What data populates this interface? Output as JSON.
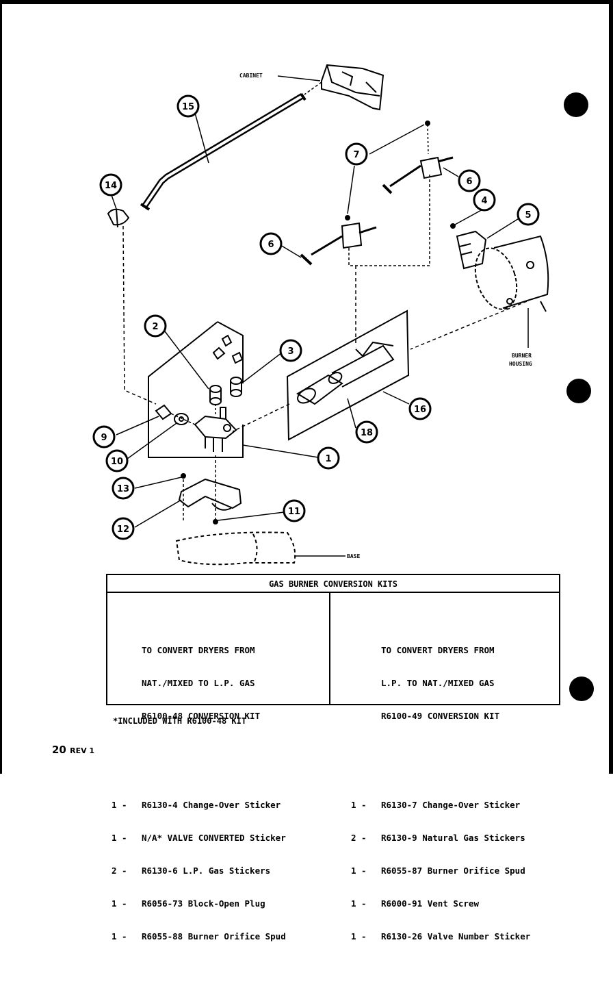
{
  "diagram": {
    "callouts": [
      "1",
      "2",
      "3",
      "4",
      "5",
      "6",
      "6",
      "7",
      "9",
      "10",
      "11",
      "12",
      "13",
      "14",
      "15",
      "16",
      "18"
    ],
    "labels": {
      "cabinet": "CABINET",
      "burner_housing_1": "BURNER",
      "burner_housing_2": "HOUSING",
      "base": "BASE"
    }
  },
  "kits": {
    "title": "GAS BURNER CONVERSION KITS",
    "left": {
      "heading": [
        "TO CONVERT DRYERS FROM",
        "NAT./MIXED TO L.P. GAS",
        "R6100-48 CONVERSION KIT"
      ],
      "items": [
        {
          "qty": "1 -",
          "desc": "R6130-4 Change-Over Sticker"
        },
        {
          "qty": "1 -",
          "desc": "N/A* VALVE CONVERTED Sticker"
        },
        {
          "qty": "2 -",
          "desc": "R6130-6 L.P. Gas Stickers"
        },
        {
          "qty": "1 -",
          "desc": "R6056-73 Block-Open Plug"
        },
        {
          "qty": "1 -",
          "desc": "R6055-88 Burner Orifice Spud"
        }
      ]
    },
    "right": {
      "heading": [
        "TO CONVERT DRYERS FROM",
        "L.P. TO NAT./MIXED GAS",
        "R6100-49 CONVERSION KIT"
      ],
      "items": [
        {
          "qty": "1 -",
          "desc": "R6130-7 Change-Over Sticker"
        },
        {
          "qty": "2 -",
          "desc": "R6130-9 Natural Gas Stickers"
        },
        {
          "qty": "1 -",
          "desc": "R6055-87 Burner Orifice Spud"
        },
        {
          "qty": "1 -",
          "desc": "R6000-91 Vent Screw"
        },
        {
          "qty": "1 -",
          "desc": "R6130-26 Valve Number Sticker"
        }
      ]
    }
  },
  "footnote": "*INCLUDED WITH R6100-48 KIT",
  "page": {
    "number": "20",
    "rev": "REV 1"
  }
}
